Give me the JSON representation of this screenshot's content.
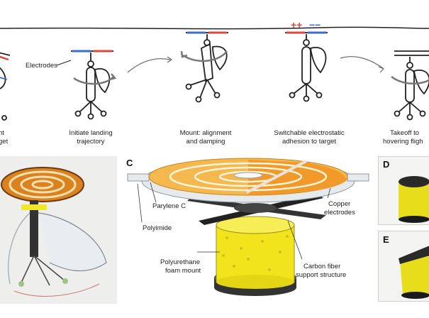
{
  "top_panel": {
    "electrodes_label": "Electrodes",
    "charge_plus": "++",
    "charge_minus": "−−",
    "captions": [
      {
        "line1": "ht",
        "line2": "get"
      },
      {
        "line1": "Initiate landing",
        "line2": "trajectory"
      },
      {
        "line1": "Mount: alignment",
        "line2": "and damping"
      },
      {
        "line1": "Switchable electrostatic",
        "line2": "adhesion to target"
      },
      {
        "line1": "Takeoff to",
        "line2": "hovering fligh"
      }
    ]
  },
  "panel_c": {
    "letter": "C",
    "labels": {
      "parylene": "Parylene C",
      "polyimide": "Polyimide",
      "copper": "Copper",
      "copper2": "electrodes",
      "foam": "Polyurethane",
      "foam2": "foam mount",
      "carbon": "Carbon fiber",
      "carbon2": "support structure"
    }
  },
  "panel_d": {
    "letter": "D"
  },
  "panel_e": {
    "letter": "E"
  },
  "colors": {
    "electrode_blue": "#3a6fc8",
    "electrode_red": "#d84a3a",
    "copper_orange": "#f19a2a",
    "foam_yellow": "#f2e41c"
  }
}
